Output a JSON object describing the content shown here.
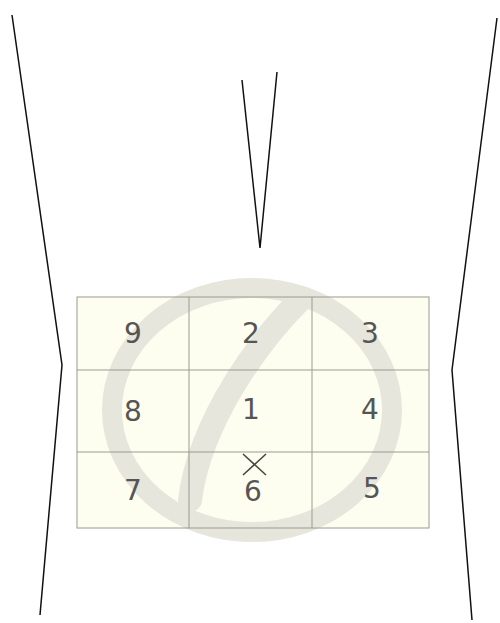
{
  "diagram": {
    "labels": [
      "9",
      "2",
      "3",
      "8",
      "1",
      "4",
      "7",
      "6",
      "5"
    ]
  }
}
